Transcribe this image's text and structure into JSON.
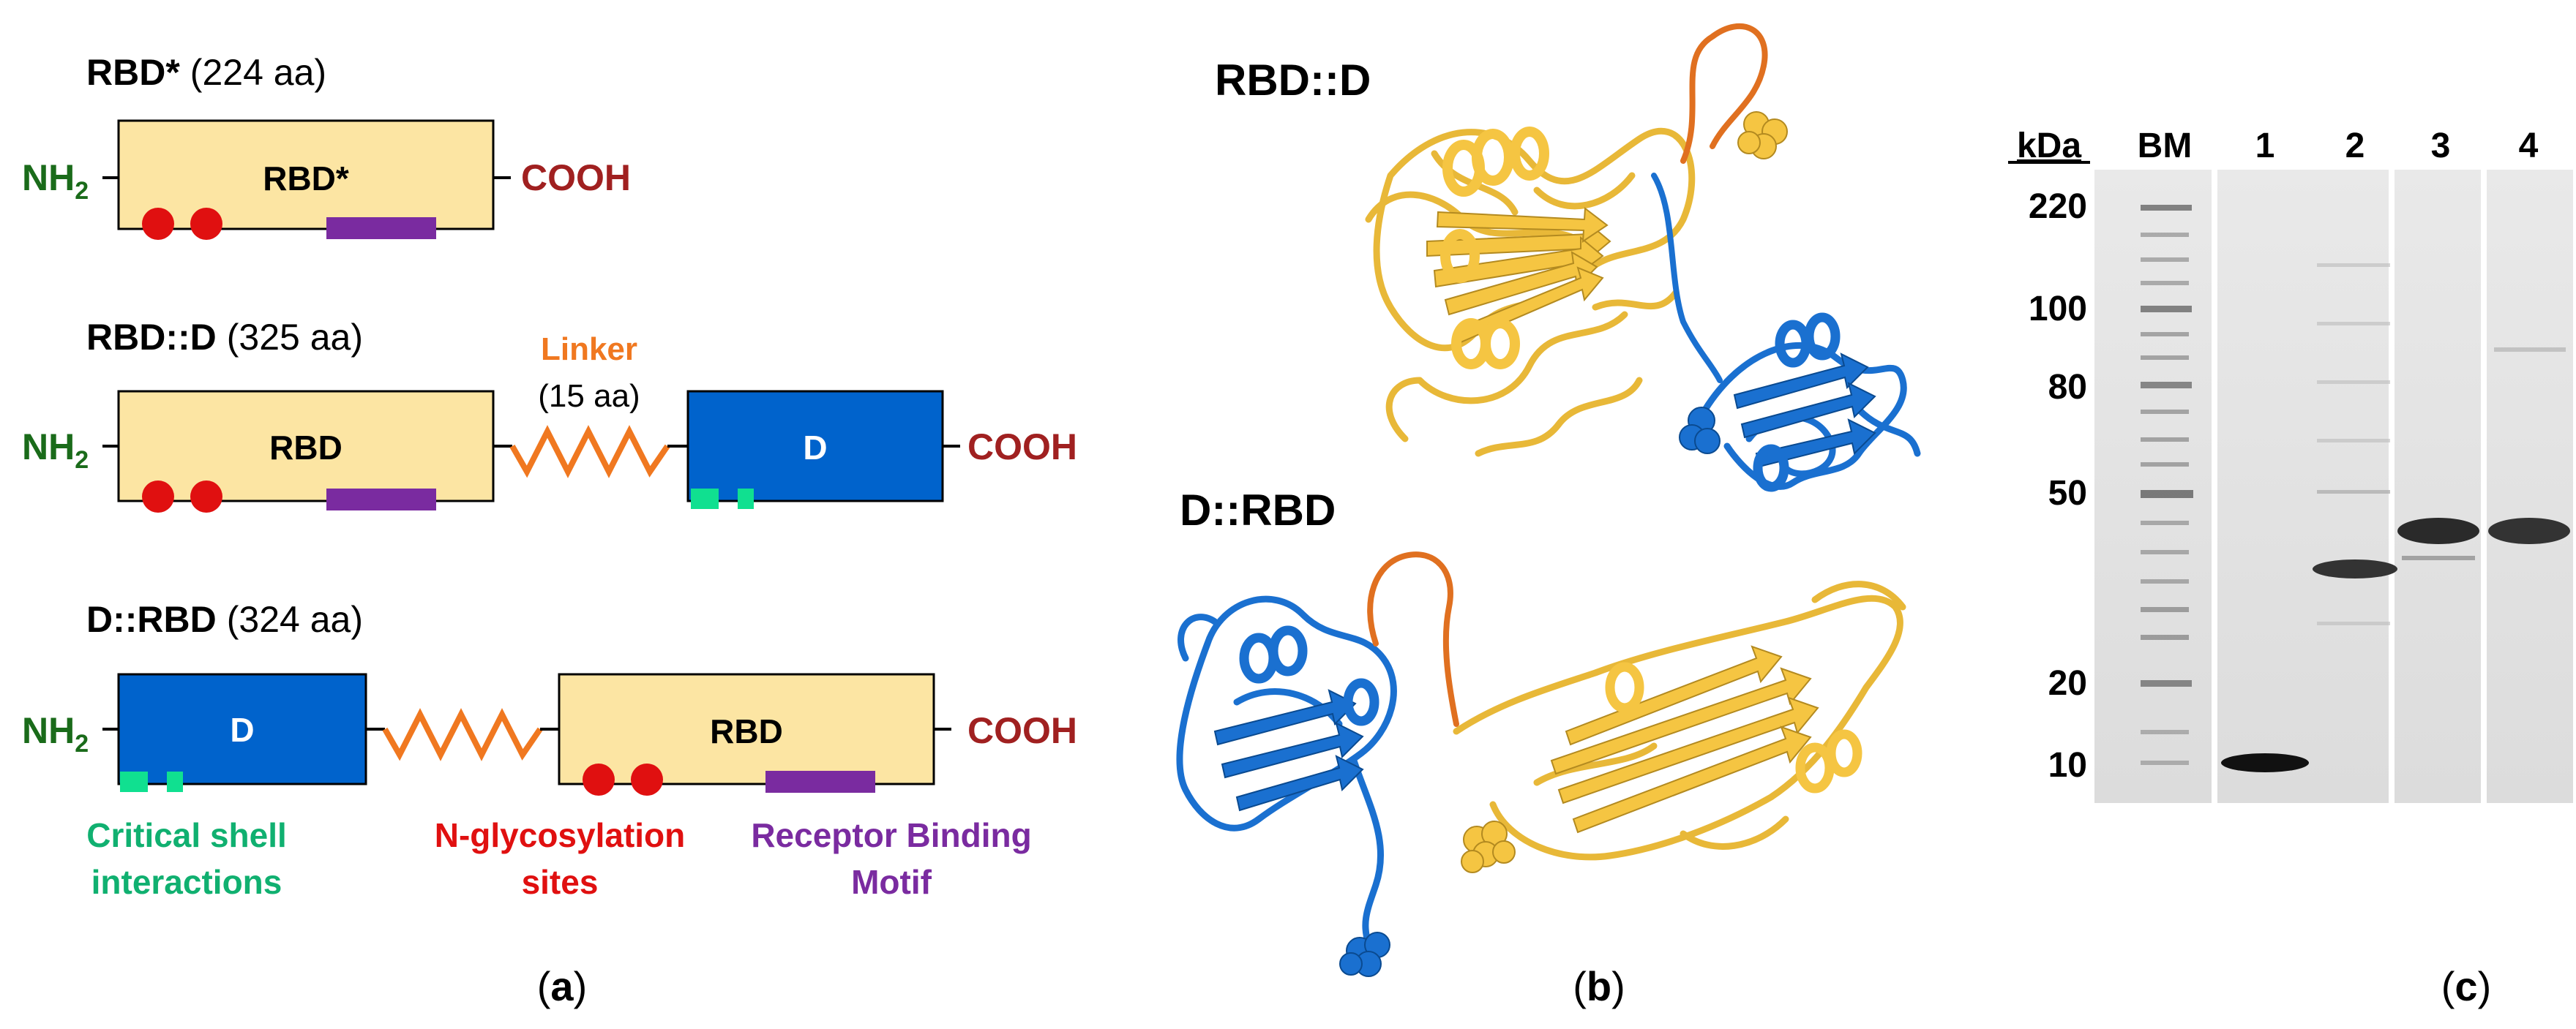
{
  "colors": {
    "rbd_fill": "#FCE5A3",
    "d_fill": "#0063CC",
    "linker": "#F07820",
    "glyco": "#E01010",
    "motif": "#7A2BA0",
    "shell": "#10E090",
    "nh2": "#1A6B1A",
    "cooh": "#A02020",
    "helix_gold": "#F5C542",
    "helix_blue": "#1A70D0"
  },
  "panel_a": {
    "constructs": [
      {
        "name": "RBD*",
        "size": "(224 aa)",
        "box_label": "RBD*"
      },
      {
        "name": "RBD::D",
        "size": "(325 aa)",
        "box_rbd": "RBD",
        "box_d": "D"
      },
      {
        "name": "D::RBD",
        "size": "(324 aa)",
        "box_d": "D",
        "box_rbd": "RBD"
      }
    ],
    "nh2": "NH",
    "nh2_sub": "2",
    "cooh": "COOH",
    "linker": {
      "label": "Linker",
      "size": "(15 aa)"
    },
    "legend": {
      "shell_line1": "Critical shell",
      "shell_line2": "interactions",
      "glyco_line1": "N-glycosylation",
      "glyco_line2": "sites",
      "motif_line1": "Receptor Binding",
      "motif_line2": "Motif"
    },
    "panel_label": "a"
  },
  "panel_b": {
    "top_title": "RBD::D",
    "bottom_title": "D::RBD",
    "panel_label": "b"
  },
  "panel_c": {
    "kda_label": "kDa",
    "lanes": [
      "BM",
      "1",
      "2",
      "3",
      "4"
    ],
    "markers": [
      "220",
      "100",
      "80",
      "50",
      "20",
      "10"
    ],
    "panel_label": "c"
  }
}
